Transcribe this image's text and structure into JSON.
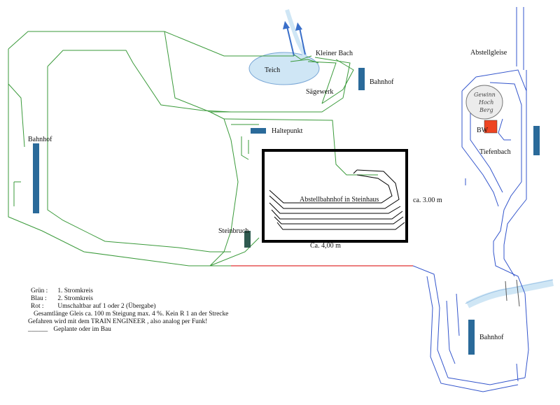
{
  "labels": {
    "teich": "Teich",
    "kleiner_bach": "Kleiner Bach",
    "saegewerk": "Sägewerk",
    "bahnhof_top": "Bahnhof",
    "bahnhof_left": "Bahnhof",
    "bahnhof_bottom": "Bahnhof",
    "haltepunkt": "Haltepunkt",
    "abstellbahnhof": "Abstellbahnhof in Steinhaus",
    "ca_300": "ca. 3.00 m",
    "ca_400": "Ca. 4,00 m",
    "steinbruch": "Steinbruch",
    "abstellgleise": "Abstellgleise",
    "bw": "BW",
    "tiefenbach": "Tiefenbach",
    "gewinn_1": "Gewinn",
    "gewinn_2": "Hoch",
    "gewinn_3": "Berg"
  },
  "legend": {
    "gruen_key": "Grün :",
    "gruen_val": "1. Stromkreis",
    "blau_key": "Blau :",
    "blau_val": "2. Stromkreis",
    "rot_key": "Rot :",
    "rot_val": "Umschaltbar auf 1 oder 2 (Übergabe)",
    "gesamt": "Gesamtlänge Gleis ca. 100 m  Steigung max. 4 %. Kein R 1 an der Strecke",
    "gefahren": "Gefahren wird mit dem TRAIN ENGINEER , also analog per Funk!",
    "geplant_key": "______",
    "geplant_val": "Geplante oder im Bau"
  },
  "colors": {
    "green_track": "#3a9a3a",
    "blue_track": "#3355cc",
    "red_track": "#e03030",
    "station": "#2a6a9a",
    "steinbruch_block": "#2f5a50",
    "bw_block": "#ee4422",
    "water": "#cfe6f5",
    "frame": "#000000"
  }
}
